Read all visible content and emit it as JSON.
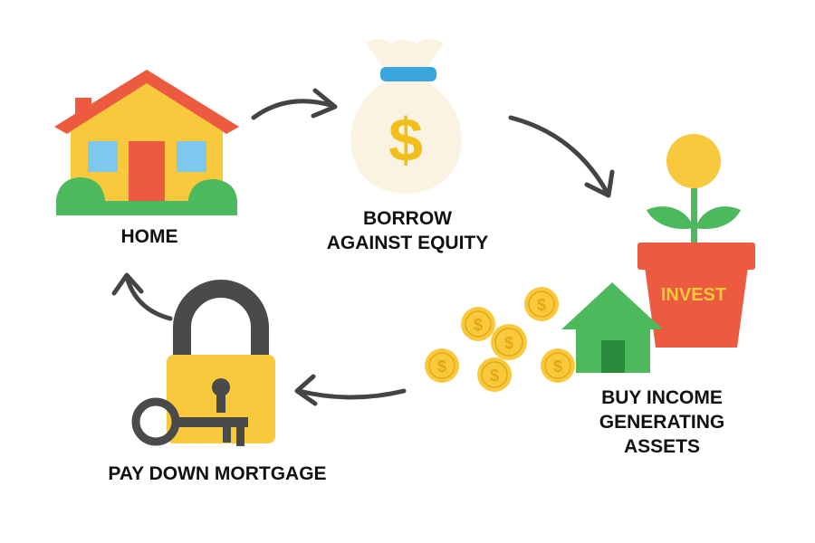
{
  "steps": {
    "home": {
      "label": "HOME"
    },
    "borrow": {
      "line1": "BORROW",
      "line2": "AGAINST EQUITY"
    },
    "invest": {
      "pot_text": "INVEST",
      "line1": "BUY INCOME",
      "line2": "GENERATING",
      "line3": "ASSETS"
    },
    "pay": {
      "label": "PAY DOWN MORTGAGE"
    }
  },
  "icons": {
    "home": "house-icon",
    "borrow": "money-bag-icon",
    "invest": "plant-pot-icon",
    "assets": "small-house-icon",
    "coins": "dollar-coin-icon",
    "pay": "padlock-key-icon",
    "flow": "curved-arrow-icon"
  },
  "colors": {
    "roof": "#ec5a3f",
    "wall": "#f8c93c",
    "door": "#ec5a3f",
    "window": "#7cc8ee",
    "bush": "#4cb95c",
    "bag": "#fbf3e2",
    "bag_tie": "#3aa4dc",
    "dollar": "#f2be1a",
    "pot": "#ec5a3f",
    "pot_text": "#f8c93c",
    "leaf": "#4cb95c",
    "flower": "#f8c93c",
    "coin": "#f8c93c",
    "coin_symbol": "#e3a816",
    "lock_body": "#f8c93c",
    "lock_shackle": "#4a4a4a",
    "key": "#4a4a4a",
    "arrow": "#444444",
    "text": "#111111"
  }
}
